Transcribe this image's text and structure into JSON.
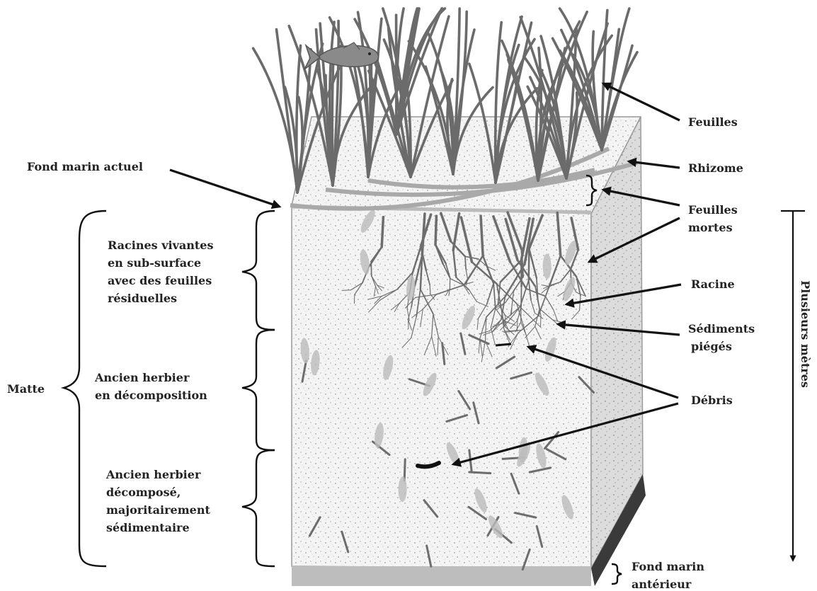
{
  "labels": {
    "feuilles": "Feuilles",
    "rhizome": "Rhizome",
    "feuilles_mortes": [
      "Feuilles",
      "mortes"
    ],
    "racine": "Racine",
    "sediments_pieges": [
      "Sédiments",
      "piégés"
    ],
    "debris": "Débris",
    "fond_marin_actuel": "Fond marin actuel",
    "fond_marin_anterieur": [
      "Fond marin",
      "antérieur"
    ],
    "plusieurs_metres": "Plusieurs mètres",
    "matte": "Matte",
    "layer_1": [
      "Racines vivantes",
      "en sub-surface",
      "avec des feuilles",
      "résiduelles"
    ],
    "layer_2": [
      "Ancien herbier",
      "en décomposition"
    ],
    "layer_3": [
      "Ancien herbier",
      "décomposé,",
      "majoritairement",
      "sédimentaire"
    ]
  },
  "colors": {
    "ink": "#111111",
    "label_text": "#222222",
    "sediment": "#f3f3f3",
    "leaf": "#6b6b6b",
    "root": "#6d6d6d",
    "fish": "#8a8a8a",
    "base": "#bdbdbd"
  },
  "icons": [
    "fish-icon",
    "seagrass-leaves-icon",
    "roots-icon"
  ]
}
